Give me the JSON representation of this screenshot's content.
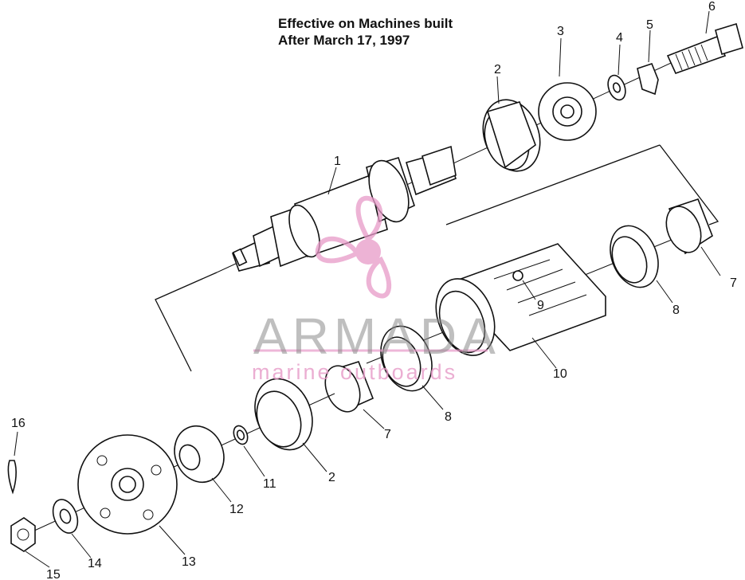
{
  "heading": {
    "line1": "Effective on Machines built",
    "line2": "After March 17, 1997"
  },
  "watermark": {
    "brand": "ARMADA",
    "tagline": "marine outboards",
    "logo_icon": "propeller-logo-icon",
    "brand_color": "#e79ac8"
  },
  "callouts": [
    {
      "id": "c1",
      "label": "1"
    },
    {
      "id": "c2a",
      "label": "2"
    },
    {
      "id": "c3",
      "label": "3"
    },
    {
      "id": "c4",
      "label": "4"
    },
    {
      "id": "c5",
      "label": "5"
    },
    {
      "id": "c6",
      "label": "6"
    },
    {
      "id": "c7a",
      "label": "7"
    },
    {
      "id": "c8a",
      "label": "8"
    },
    {
      "id": "c9",
      "label": "9"
    },
    {
      "id": "c10",
      "label": "10"
    },
    {
      "id": "c8b",
      "label": "8"
    },
    {
      "id": "c7b",
      "label": "7"
    },
    {
      "id": "c2b",
      "label": "2"
    },
    {
      "id": "c11",
      "label": "11"
    },
    {
      "id": "c12",
      "label": "12"
    },
    {
      "id": "c13",
      "label": "13"
    },
    {
      "id": "c14",
      "label": "14"
    },
    {
      "id": "c15",
      "label": "15"
    },
    {
      "id": "c16",
      "label": "16"
    }
  ]
}
